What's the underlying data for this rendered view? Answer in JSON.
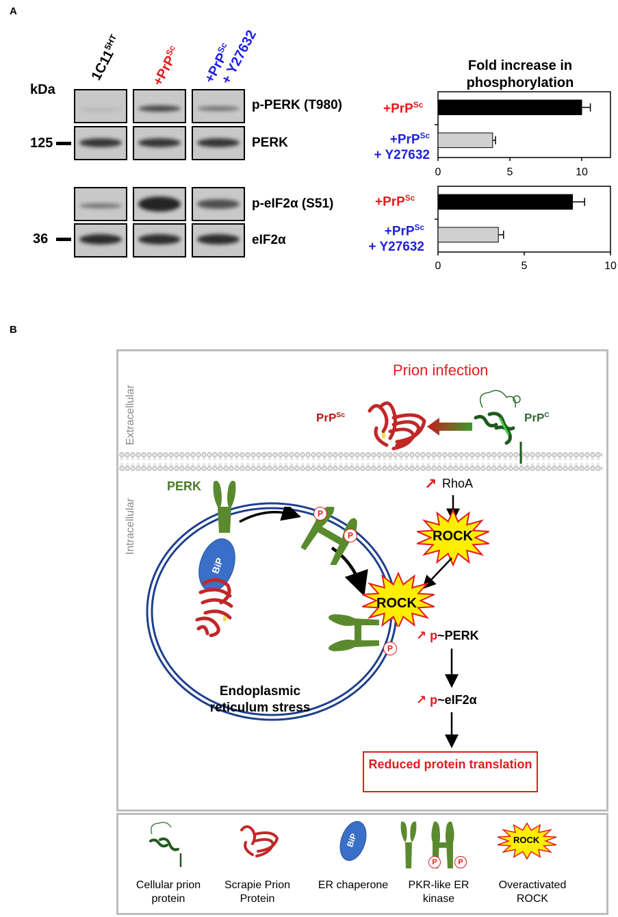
{
  "panelA": {
    "letter": "A",
    "kda": "kDa",
    "lanes": [
      "1C11",
      "+PrP",
      "+PrP",
      "+ Y27632"
    ],
    "lane_sups": [
      "5HT",
      "Sc",
      "Sc"
    ],
    "markers": [
      "125",
      "36"
    ],
    "blot_labels": [
      "p-PERK (T980)",
      "PERK",
      "p-eIF2α (S51)",
      "eIF2α"
    ],
    "chart_title": "Fold increase in phosphorylation",
    "bar_labels": {
      "prpsc": "+PrP",
      "prpsc_sup": "Sc",
      "y27632": "+ Y27632"
    }
  },
  "chart_data": [
    {
      "type": "bar",
      "orientation": "horizontal",
      "title": "Fold increase in phosphorylation",
      "categories": [
        "+PrPSc",
        "+PrPSc + Y27632"
      ],
      "values": [
        10.0,
        3.8
      ],
      "errors": [
        0.6,
        0.2
      ],
      "colors": [
        "#000000",
        "#d0d0d0"
      ],
      "xlim": [
        0,
        12
      ],
      "xticks": [
        0,
        5,
        10
      ]
    },
    {
      "type": "bar",
      "orientation": "horizontal",
      "categories": [
        "+PrPSc",
        "+PrPSc + Y27632"
      ],
      "values": [
        7.8,
        3.5
      ],
      "errors": [
        0.7,
        0.3
      ],
      "colors": [
        "#000000",
        "#d0d0d0"
      ],
      "xlim": [
        0,
        10
      ],
      "xticks": [
        0,
        5,
        10
      ]
    }
  ],
  "panelB": {
    "letter": "B",
    "extracellular": "Extracellular",
    "intracellular": "Intracellular",
    "prion_infection": "Prion infection",
    "prpsc": "PrP",
    "prpsc_sup": "Sc",
    "prpc": "PrP",
    "prpc_sup": "C",
    "perk": "PERK",
    "bip": "BiP",
    "p": "P",
    "rhoa": "RhoA",
    "rock": "ROCK",
    "p_prefix": "p",
    "pperk": "~PERK",
    "peif": "~eIF2α",
    "er_stress": "Endoplasmic reticulum stress",
    "outcome": "Reduced protein translation"
  },
  "legend": [
    {
      "label": "Cellular prion protein"
    },
    {
      "label": "Scrapie Prion Protein"
    },
    {
      "label": "ER chaperone"
    },
    {
      "label": "PKR-like ER kinase"
    },
    {
      "label": "Overactivated ROCK"
    }
  ],
  "colors": {
    "red": "#e41a1c",
    "blue": "#1f1fe0",
    "perk_green": "#5a8a2e",
    "prpc_green": "#2f7a2f",
    "er_blue": "#1e3f8c",
    "bip_blue": "#3a6fc8",
    "rock_yellow": "#ffee00"
  }
}
